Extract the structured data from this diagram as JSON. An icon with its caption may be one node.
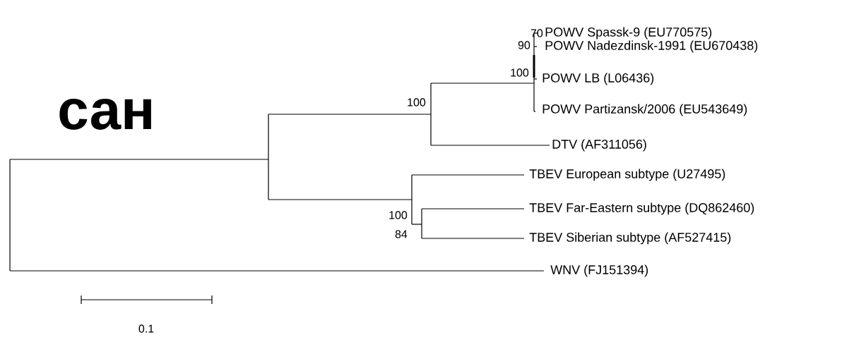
{
  "diagram": {
    "labels": [
      "70",
      "POWV Spassk-9 (EU770575)",
      "90",
      "POWV Nadezdinsk-1991 (EU670438)",
      "100",
      "POWV LB (L06436)",
      "сан",
      "100",
      "POWV Partizansk/2006 (EU543649)",
      "DTV (AF311056)",
      "TBEV European subtype (U27495)",
      "100",
      "TBEV Far-Eastern subtype (DQ862460)",
      "84",
      "TBEV Siberian subtype (AF527415)",
      "WNV (FJ151394)",
      "0.1"
    ]
  }
}
